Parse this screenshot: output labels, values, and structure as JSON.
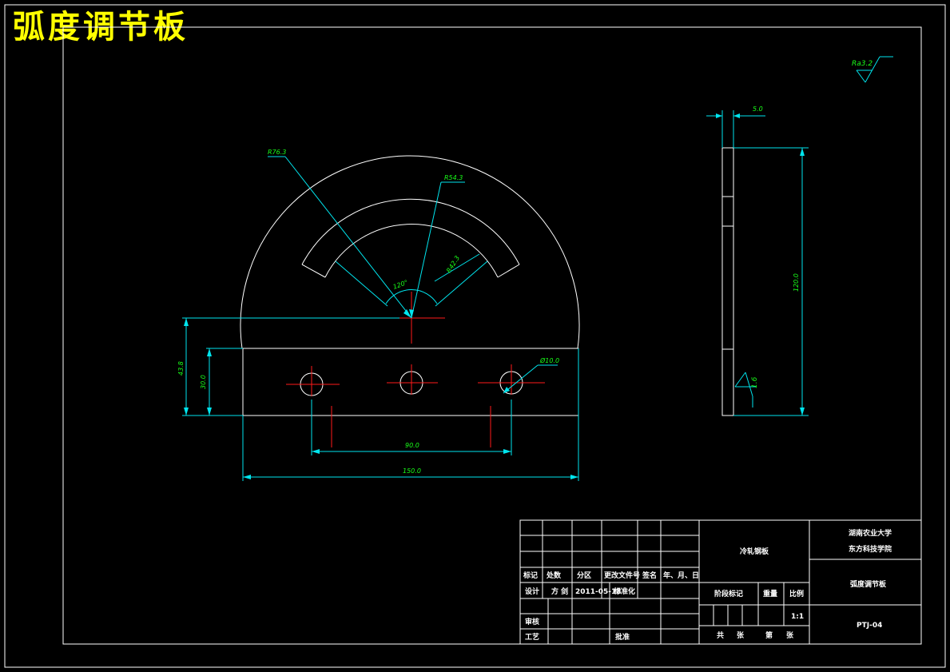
{
  "title": "弧度调节板",
  "colors": {
    "outline": "#ffffff",
    "dimension": "#00e5ee",
    "centerline": "#ff1a1a",
    "text": "#19ff19",
    "title": "#ffff00"
  },
  "dimensions": {
    "r_outer": "R76.3",
    "r_mid": "R54.3",
    "r_inner": "R42.3",
    "angle": "120°",
    "hole": "Ø10.0",
    "h_total": "43.8",
    "h_plate": "30.0",
    "spacing": "90.0",
    "width": "150.0",
    "thickness": "5.0",
    "side_height": "120.0",
    "rough_main": "Ra3.2",
    "rough_side": "1.6"
  },
  "title_block": {
    "material": "冷轧钢板",
    "school_line1": "湖南农业大学",
    "school_line2": "东方科技学院",
    "part_name": "弧度调节板",
    "drawing_no": "PTJ-04",
    "hdr_mark": "标记",
    "hdr_count": "处数",
    "hdr_zone": "分区",
    "hdr_docno": "更改文件号",
    "hdr_sign": "签名",
    "hdr_date": "年、月、日",
    "design_label": "设计",
    "designer": "方 剑",
    "design_date": "2011-05-18",
    "std_label": "标准化",
    "stage_label": "阶段标记",
    "weight_label": "重量",
    "scale_label": "比例",
    "scale": "1:1",
    "review_label": "审核",
    "process_label": "工艺",
    "approve_label": "批准",
    "total_a": "共",
    "total_b": "张",
    "sheet_a": "第",
    "sheet_b": "张"
  }
}
